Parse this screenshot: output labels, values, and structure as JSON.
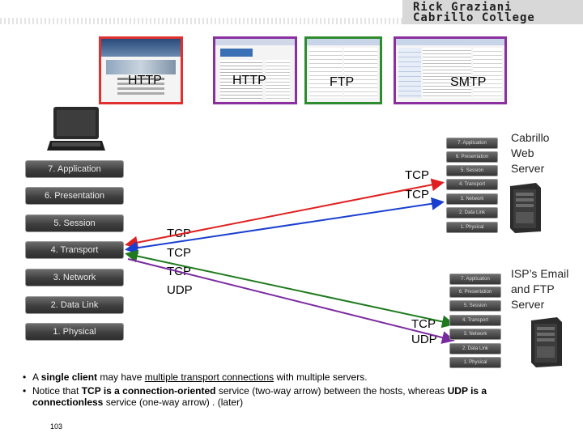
{
  "header": {
    "line1": "Rick Graziani",
    "line2": "Cabrillo College"
  },
  "screenshots": [
    {
      "label": "HTTP",
      "border": "#e03030"
    },
    {
      "label": "HTTP",
      "border": "#8b2fa0"
    },
    {
      "label": "FTP",
      "border": "#2e8b2e"
    },
    {
      "label": "SMTP",
      "border": "#8b2fa0"
    }
  ],
  "client_layers": [
    "7. Application",
    "6. Presentation",
    "5. Session",
    "4. Transport",
    "3. Network",
    "2. Data Link",
    "1. Physical"
  ],
  "server_layers": [
    "7. Application",
    "6. Presentation",
    "5. Session",
    "4. Transport",
    "3. Network",
    "2. Data Link",
    "1. Physical"
  ],
  "client_protocols": [
    "TCP",
    "TCP",
    "TCP",
    "UDP"
  ],
  "server1_protocols": [
    "TCP",
    "TCP"
  ],
  "server2_protocols": [
    "TCP",
    "UDP"
  ],
  "server1": {
    "line1": "Cabrillo",
    "line2": "Web",
    "line3": "Server"
  },
  "server2": {
    "line1": "ISP’s Email",
    "line2": "and FTP",
    "line3": "Server"
  },
  "arrow_colors": {
    "red": "#e02020",
    "blue": "#1a3fd0",
    "green": "#1f7a1f",
    "purple": "#7a2aa0"
  },
  "bullets": {
    "b1_pre": "A ",
    "b1_client": "single client",
    "b1_mid": " may have ",
    "b1_multi": "multiple transport connections",
    "b1_post": " with multiple servers.",
    "b2_pre": "Notice that ",
    "b2_tcp": "TCP is a connection-oriented",
    "b2_mid": " service (two-way arrow) between the hosts, whereas ",
    "b2_udp": "UDP is a connectionless",
    "b2_post": " service (one-way arrow) . (later)"
  },
  "page_number": "103"
}
